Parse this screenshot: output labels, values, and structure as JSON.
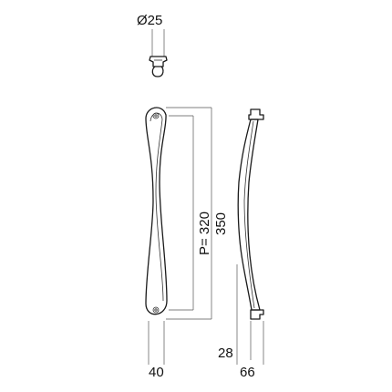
{
  "labels": {
    "diameter": "Ø25",
    "pitch": "P= 320",
    "length": "350",
    "width_front": "40",
    "offset": "28",
    "depth": "66"
  },
  "colors": {
    "line": "#1a1a1a",
    "dimension": "#555555",
    "background": "#ffffff"
  }
}
